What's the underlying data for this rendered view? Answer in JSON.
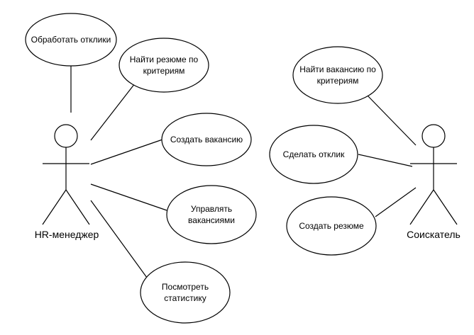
{
  "actors": [
    {
      "id": "hr",
      "label": "HR-менеджер"
    },
    {
      "id": "seeker",
      "label": "Соискатель"
    }
  ],
  "use_cases": [
    {
      "id": "process",
      "lines": [
        "Обработать отклики"
      ]
    },
    {
      "id": "find_resume",
      "lines": [
        "Найти резюме по",
        "критериям"
      ]
    },
    {
      "id": "create_vacancy",
      "lines": [
        "Создать вакансию"
      ]
    },
    {
      "id": "manage",
      "lines": [
        "Управлять",
        "вакансиями"
      ]
    },
    {
      "id": "stats",
      "lines": [
        "Посмотреть",
        "статистику"
      ]
    },
    {
      "id": "find_vacancy",
      "lines": [
        "Найти вакансию по",
        "критериям"
      ]
    },
    {
      "id": "respond",
      "lines": [
        "Сделать отклик"
      ]
    },
    {
      "id": "create_resume",
      "lines": [
        "Создать резюме"
      ]
    }
  ],
  "associations": [
    {
      "actor": "hr",
      "use_case": "process"
    },
    {
      "actor": "hr",
      "use_case": "find_resume"
    },
    {
      "actor": "hr",
      "use_case": "create_vacancy"
    },
    {
      "actor": "hr",
      "use_case": "manage"
    },
    {
      "actor": "hr",
      "use_case": "stats"
    },
    {
      "actor": "seeker",
      "use_case": "find_vacancy"
    },
    {
      "actor": "seeker",
      "use_case": "respond"
    },
    {
      "actor": "seeker",
      "use_case": "create_resume"
    }
  ]
}
